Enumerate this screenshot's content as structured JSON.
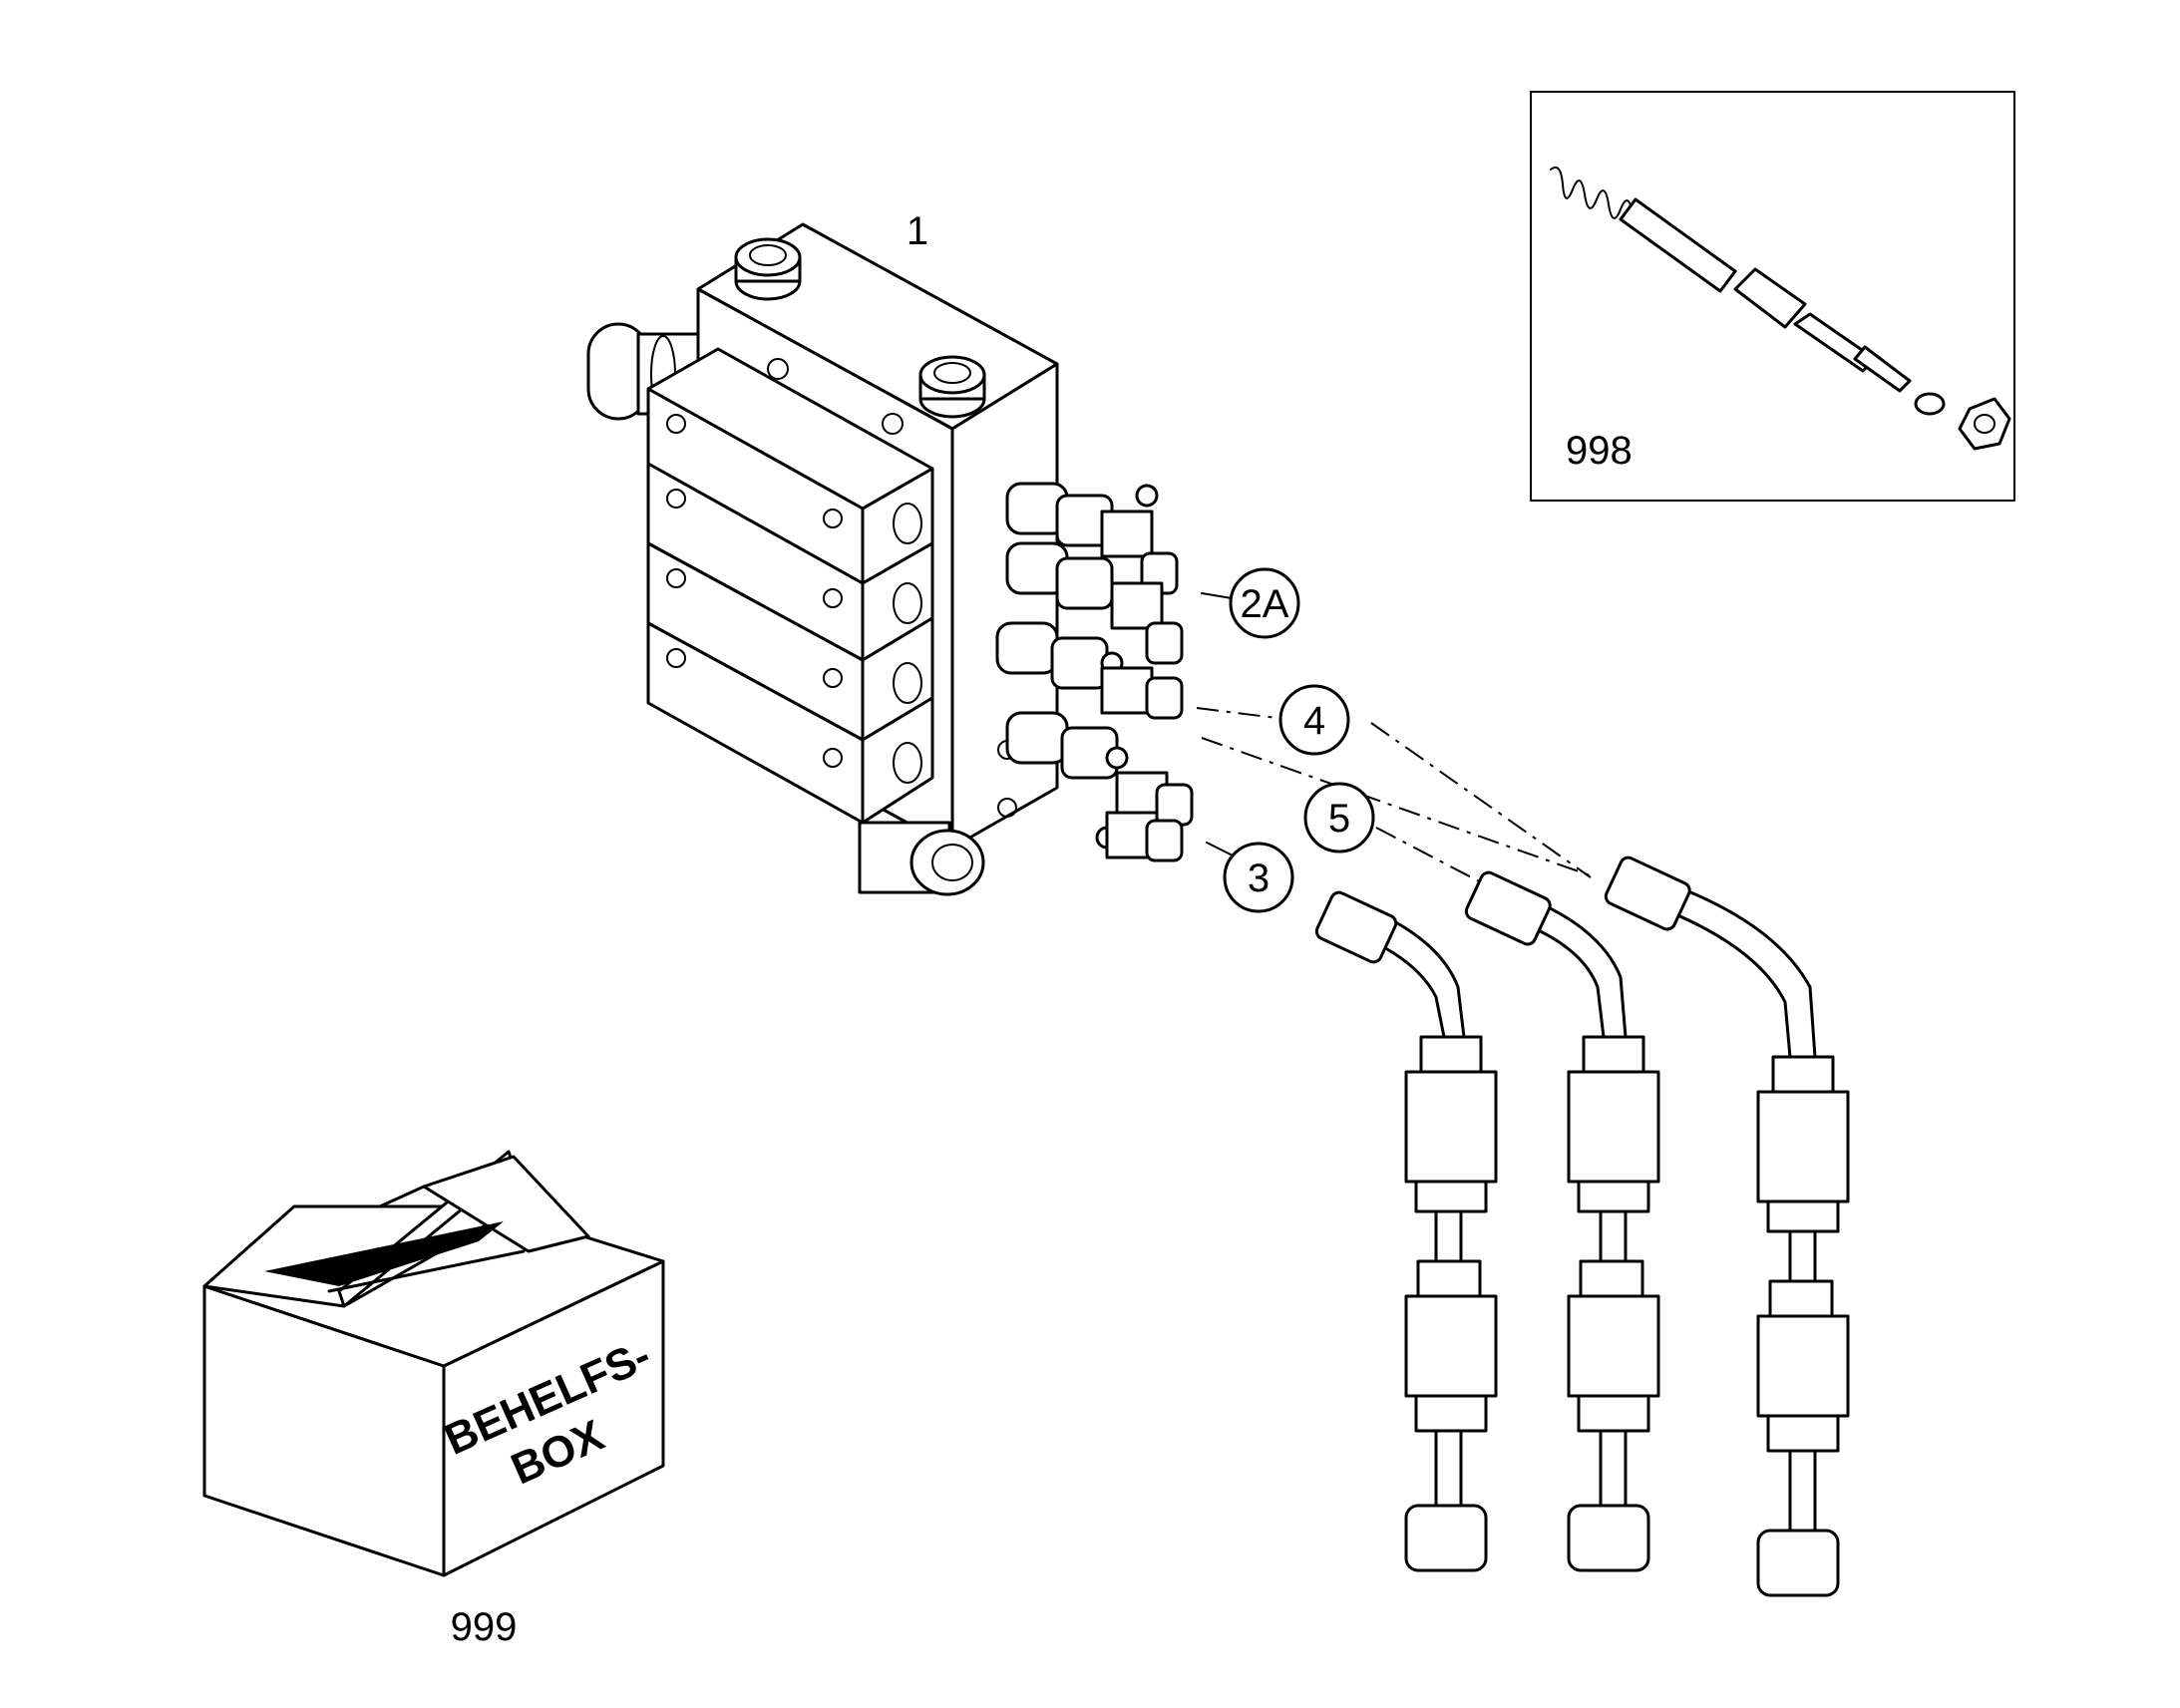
{
  "labels": {
    "main_block": "1",
    "callout_2a": "2A",
    "callout_4": "4",
    "callout_5": "5",
    "callout_3": "3",
    "inset": "998",
    "box": "999"
  },
  "box_text": {
    "line1": "BEHELFS-",
    "line2": "BOX"
  },
  "colors": {
    "line": "#000000",
    "background": "#ffffff",
    "box_band": "#000000"
  }
}
